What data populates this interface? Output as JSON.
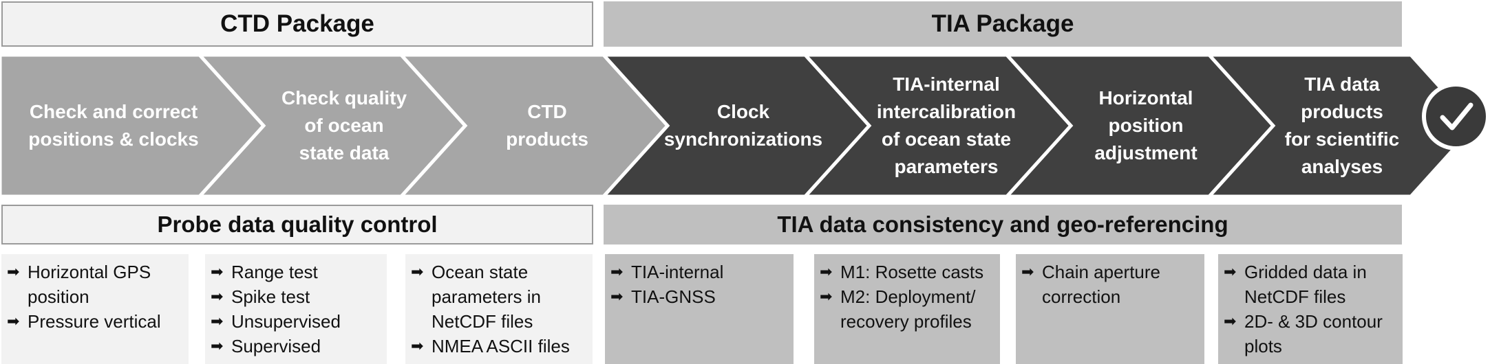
{
  "top_bands": {
    "ctd": "CTD Package",
    "tia": "TIA Package"
  },
  "steps": [
    {
      "label": "Check and correct\npositions & clocks"
    },
    {
      "label": "Check quality\nof ocean\nstate data"
    },
    {
      "label": "CTD\nproducts"
    },
    {
      "label": "Clock\nsynchronizations"
    },
    {
      "label": "TIA-internal\nintercalibration\nof ocean state\nparameters"
    },
    {
      "label": "Horizontal\nposition\nadjustment"
    },
    {
      "label": "TIA data\nproducts\nfor scientific\nanalyses"
    }
  ],
  "bottom_bands": {
    "probe": "Probe data quality control",
    "tia": "TIA data consistency and geo-referencing"
  },
  "boxes": [
    {
      "items": [
        "Horizontal GPS\nposition",
        "Pressure vertical"
      ]
    },
    {
      "items": [
        "Range test",
        "Spike test",
        "Unsupervised",
        "Supervised"
      ]
    },
    {
      "items": [
        "Ocean state\nparameters in\nNetCDF files",
        "NMEA ASCII files"
      ]
    },
    {
      "items": [
        "TIA-internal",
        "TIA-GNSS"
      ]
    },
    {
      "items": [
        "M1: Rosette casts",
        "M2: Deployment/\nrecovery profiles"
      ]
    },
    {
      "items": [
        "Chain aperture\ncorrection"
      ]
    },
    {
      "items": [
        "Gridded data in\nNetCDF files",
        "2D- & 3D contour\nplots"
      ]
    }
  ],
  "colors": {
    "ctd_step": "#a6a6a6",
    "tia_step": "#404040",
    "light_fill": "#f2f2f2",
    "gray_fill": "#bfbfbf"
  },
  "icons": {
    "bullet": "arrow-bullet-icon",
    "badge": "checkmark-icon"
  }
}
